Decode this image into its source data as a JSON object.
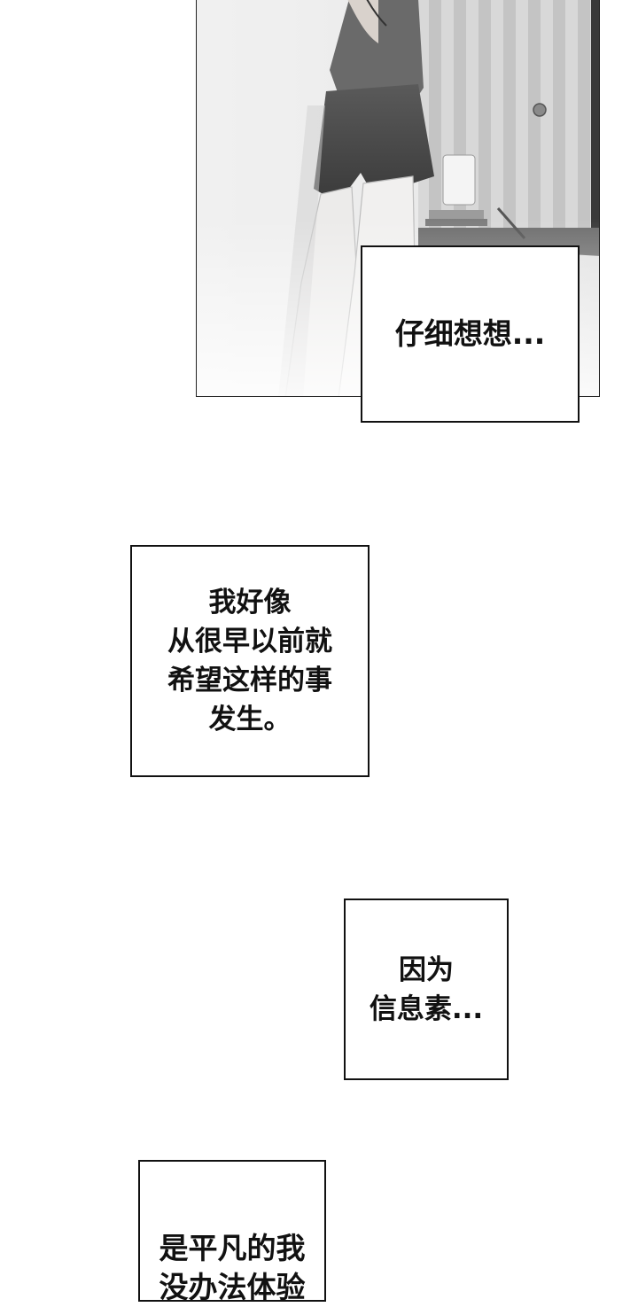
{
  "comic": {
    "panel": {
      "illustration": "figure in dark shorts standing in a bedroom with striped wall and desk"
    },
    "captions": [
      "仔细想想...",
      "我好像\n从很早以前就\n希望这样的事\n发生。",
      "因为\n信息素...",
      "是平凡的我\n没办法体验"
    ]
  }
}
